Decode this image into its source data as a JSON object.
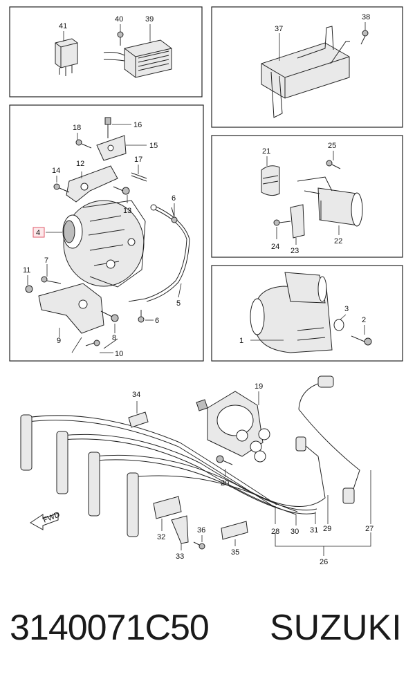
{
  "callouts": {
    "c1": "1",
    "c2": "2",
    "c3": "3",
    "c4": "4",
    "c5": "5",
    "c6a": "6",
    "c6b": "6",
    "c7": "7",
    "c8": "8",
    "c9": "9",
    "c10": "10",
    "c11": "11",
    "c12": "12",
    "c13": "13",
    "c14": "14",
    "c15": "15",
    "c16": "16",
    "c17": "17",
    "c18": "18",
    "c19": "19",
    "c20": "20",
    "c21": "21",
    "c22": "22",
    "c23": "23",
    "c24": "24",
    "c25": "25",
    "c26": "26",
    "c27": "27",
    "c28": "28",
    "c29": "29",
    "c30": "30",
    "c31": "31",
    "c32": "32",
    "c33": "33",
    "c34": "34",
    "c35": "35",
    "c36": "36",
    "c37": "37",
    "c38": "38",
    "c39": "39",
    "c40": "40",
    "c41": "41"
  },
  "fwd_label": "FWD",
  "highlight_color": "#e05a6a",
  "footer": {
    "part_number": "3140071C50",
    "brand": "SUZUKI"
  }
}
